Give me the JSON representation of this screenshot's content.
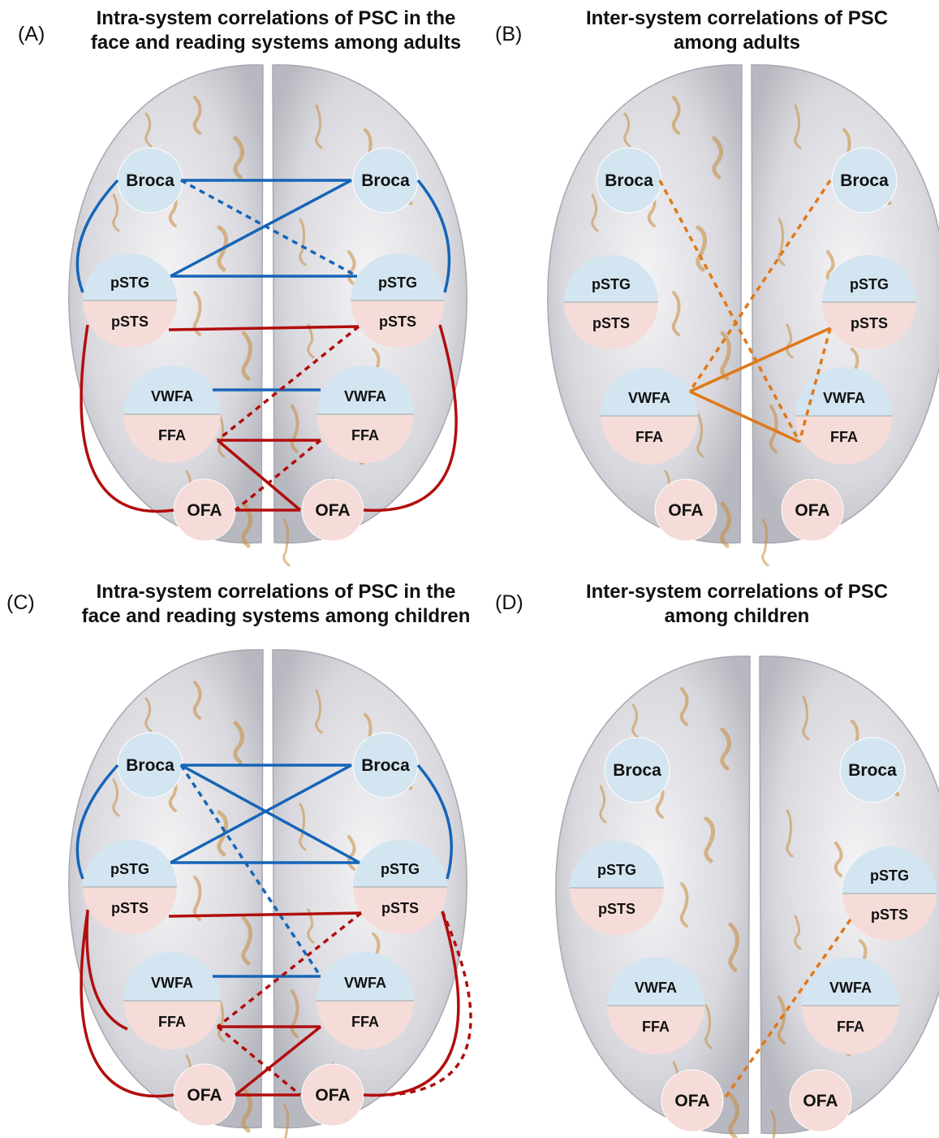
{
  "colors": {
    "reading": "#1565b8",
    "face": "#b20d0d",
    "inter": "#e07818",
    "node_reading": "#d3e5f0",
    "node_face": "#f5dcd8",
    "brain_light": "#f4f4f6",
    "brain_mid": "#d8d8de",
    "brain_dark": "#b8b8c0",
    "gold": "#c98a3a"
  },
  "panels": [
    {
      "letter": "(A)",
      "title_line1": "Intra-system correlations of PSC in the",
      "title_line2": "face and reading systems among adults",
      "nodes": {
        "broca_l": "Broca",
        "broca_r": "Broca",
        "pstg_l": "pSTG",
        "psts_l": "pSTS",
        "pstg_r": "pSTG",
        "psts_r": "pSTS",
        "vwfa_l": "VWFA",
        "ffa_l": "FFA",
        "vwfa_r": "VWFA",
        "ffa_r": "FFA",
        "ofa_l": "OFA",
        "ofa_r": "OFA"
      },
      "connections": [
        {
          "from": "broca_l",
          "to": "broca_r",
          "system": "reading",
          "style": "solid"
        },
        {
          "from": "broca_l",
          "to": "pstg_l",
          "system": "reading",
          "style": "solid"
        },
        {
          "from": "broca_r",
          "to": "pstg_r",
          "system": "reading",
          "style": "solid"
        },
        {
          "from": "broca_r",
          "to": "pstg_l",
          "system": "reading",
          "style": "solid"
        },
        {
          "from": "pstg_l",
          "to": "pstg_r",
          "system": "reading",
          "style": "solid"
        },
        {
          "from": "broca_l",
          "to": "pstg_r",
          "system": "reading",
          "style": "dashed"
        },
        {
          "from": "vwfa_l",
          "to": "vwfa_r",
          "system": "reading",
          "style": "solid"
        },
        {
          "from": "psts_l",
          "to": "psts_r",
          "system": "face",
          "style": "solid"
        },
        {
          "from": "psts_r",
          "to": "ffa_l",
          "system": "face",
          "style": "dashed"
        },
        {
          "from": "psts_l",
          "to": "ofa_l",
          "system": "face",
          "style": "solid"
        },
        {
          "from": "psts_r",
          "to": "ofa_r",
          "system": "face",
          "style": "solid"
        },
        {
          "from": "ffa_l",
          "to": "ffa_r",
          "system": "face",
          "style": "solid"
        },
        {
          "from": "ffa_l",
          "to": "ofa_r",
          "system": "face",
          "style": "solid"
        },
        {
          "from": "ffa_r",
          "to": "ofa_l",
          "system": "face",
          "style": "dashed"
        },
        {
          "from": "ofa_l",
          "to": "ofa_r",
          "system": "face",
          "style": "solid"
        }
      ]
    },
    {
      "letter": "(B)",
      "title_line1": "Inter-system correlations of PSC",
      "title_line2": "among adults",
      "nodes": {
        "broca_l": "Broca",
        "broca_r": "Broca",
        "pstg_l": "pSTG",
        "psts_l": "pSTS",
        "pstg_r": "pSTG",
        "psts_r": "pSTS",
        "vwfa_l": "VWFA",
        "ffa_l": "FFA",
        "vwfa_r": "VWFA",
        "ffa_r": "FFA",
        "ofa_l": "OFA",
        "ofa_r": "OFA"
      },
      "connections": [
        {
          "from": "broca_l",
          "to": "ffa_r",
          "system": "inter",
          "style": "dashed"
        },
        {
          "from": "broca_r",
          "to": "vwfa_l",
          "system": "inter",
          "style": "dashed"
        },
        {
          "from": "vwfa_l",
          "to": "psts_r",
          "system": "inter",
          "style": "solid"
        },
        {
          "from": "vwfa_l",
          "to": "ffa_r",
          "system": "inter",
          "style": "solid"
        },
        {
          "from": "psts_r",
          "to": "ffa_r",
          "system": "inter",
          "style": "dashed"
        }
      ]
    },
    {
      "letter": "(C)",
      "title_line1": "Intra-system correlations of PSC in the",
      "title_line2": "face and reading systems among children",
      "nodes": {
        "broca_l": "Broca",
        "broca_r": "Broca",
        "pstg_l": "pSTG",
        "psts_l": "pSTS",
        "pstg_r": "pSTG",
        "psts_r": "pSTS",
        "vwfa_l": "VWFA",
        "ffa_l": "FFA",
        "vwfa_r": "VWFA",
        "ffa_r": "FFA",
        "ofa_l": "OFA",
        "ofa_r": "OFA"
      },
      "connections": [
        {
          "from": "broca_l",
          "to": "broca_r",
          "system": "reading",
          "style": "solid"
        },
        {
          "from": "broca_l",
          "to": "pstg_l",
          "system": "reading",
          "style": "solid"
        },
        {
          "from": "broca_r",
          "to": "pstg_r",
          "system": "reading",
          "style": "solid"
        },
        {
          "from": "broca_l",
          "to": "pstg_r",
          "system": "reading",
          "style": "solid"
        },
        {
          "from": "broca_r",
          "to": "pstg_l",
          "system": "reading",
          "style": "solid"
        },
        {
          "from": "pstg_l",
          "to": "pstg_r",
          "system": "reading",
          "style": "solid"
        },
        {
          "from": "broca_l",
          "to": "vwfa_r",
          "system": "reading",
          "style": "dashed"
        },
        {
          "from": "vwfa_l",
          "to": "vwfa_r",
          "system": "reading",
          "style": "solid"
        },
        {
          "from": "psts_l",
          "to": "psts_r",
          "system": "face",
          "style": "solid"
        },
        {
          "from": "psts_r",
          "to": "ffa_l",
          "system": "face",
          "style": "dashed"
        },
        {
          "from": "psts_l",
          "to": "ffa_l",
          "system": "face",
          "style": "solid"
        },
        {
          "from": "psts_l",
          "to": "ofa_l",
          "system": "face",
          "style": "solid"
        },
        {
          "from": "psts_r",
          "to": "ofa_r",
          "system": "face",
          "style": "solid"
        },
        {
          "from": "psts_r",
          "to": "ofa_r",
          "system": "face",
          "style": "dashed"
        },
        {
          "from": "ffa_l",
          "to": "ffa_r",
          "system": "face",
          "style": "solid"
        },
        {
          "from": "ffa_r",
          "to": "ofa_l",
          "system": "face",
          "style": "solid"
        },
        {
          "from": "ffa_l",
          "to": "ofa_r",
          "system": "face",
          "style": "dashed"
        },
        {
          "from": "ofa_l",
          "to": "ofa_r",
          "system": "face",
          "style": "solid"
        }
      ]
    },
    {
      "letter": "(D)",
      "title_line1": "Inter-system correlations of PSC",
      "title_line2": "among children",
      "nodes": {
        "broca_l": "Broca",
        "broca_r": "Broca",
        "pstg_l": "pSTG",
        "psts_l": "pSTS",
        "pstg_r": "pSTG",
        "psts_r": "pSTS",
        "vwfa_l": "VWFA",
        "ffa_l": "FFA",
        "vwfa_r": "VWFA",
        "ffa_r": "FFA",
        "ofa_l": "OFA",
        "ofa_r": "OFA"
      },
      "connections": [
        {
          "from": "psts_r",
          "to": "ofa_l",
          "system": "inter",
          "style": "dashed"
        }
      ]
    }
  ]
}
